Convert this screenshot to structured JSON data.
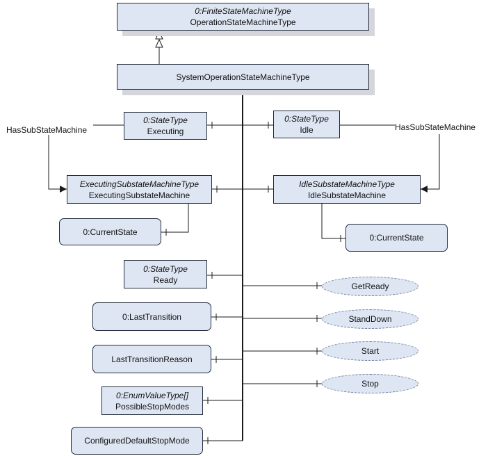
{
  "nodes": {
    "finite_sm": {
      "type": "0:FiniteStateMachineType",
      "name": "OperationStateMachineType"
    },
    "system_sm": {
      "name": "SystemOperationStateMachineType"
    },
    "executing": {
      "type": "0:StateType",
      "name": "Executing"
    },
    "idle": {
      "type": "0:StateType",
      "name": "Idle"
    },
    "executing_sub": {
      "type": "ExecutingSubstateMachineType",
      "name": "ExecutingSubstateMachine"
    },
    "idle_sub": {
      "type": "IdleSubstateMachineType",
      "name": "IdleSubstateMachine"
    },
    "exec_current": {
      "name": "0:CurrentState"
    },
    "idle_current": {
      "name": "0:CurrentState"
    },
    "ready": {
      "type": "0:StateType",
      "name": "Ready"
    },
    "last_transition": {
      "name": "0:LastTransition"
    },
    "last_transition_reason": {
      "name": "LastTransitionReason"
    },
    "possible_stop_modes": {
      "type": "0:EnumValueType[]",
      "name": "PossibleStopModes"
    },
    "configured_default_stop_mode": {
      "name": "ConfiguredDefaultStopMode"
    }
  },
  "methods": {
    "get_ready": "GetReady",
    "stand_down": "StandDown",
    "start": "Start",
    "stop": "Stop"
  },
  "references": {
    "has_sub_left": "HasSubStateMachine",
    "has_sub_right": "HasSubStateMachine"
  },
  "colors": {
    "node_fill": "#dee6f3",
    "node_border": "#1f2a3a",
    "shadow": "#d4d6db",
    "line": "#1a1a1a"
  }
}
